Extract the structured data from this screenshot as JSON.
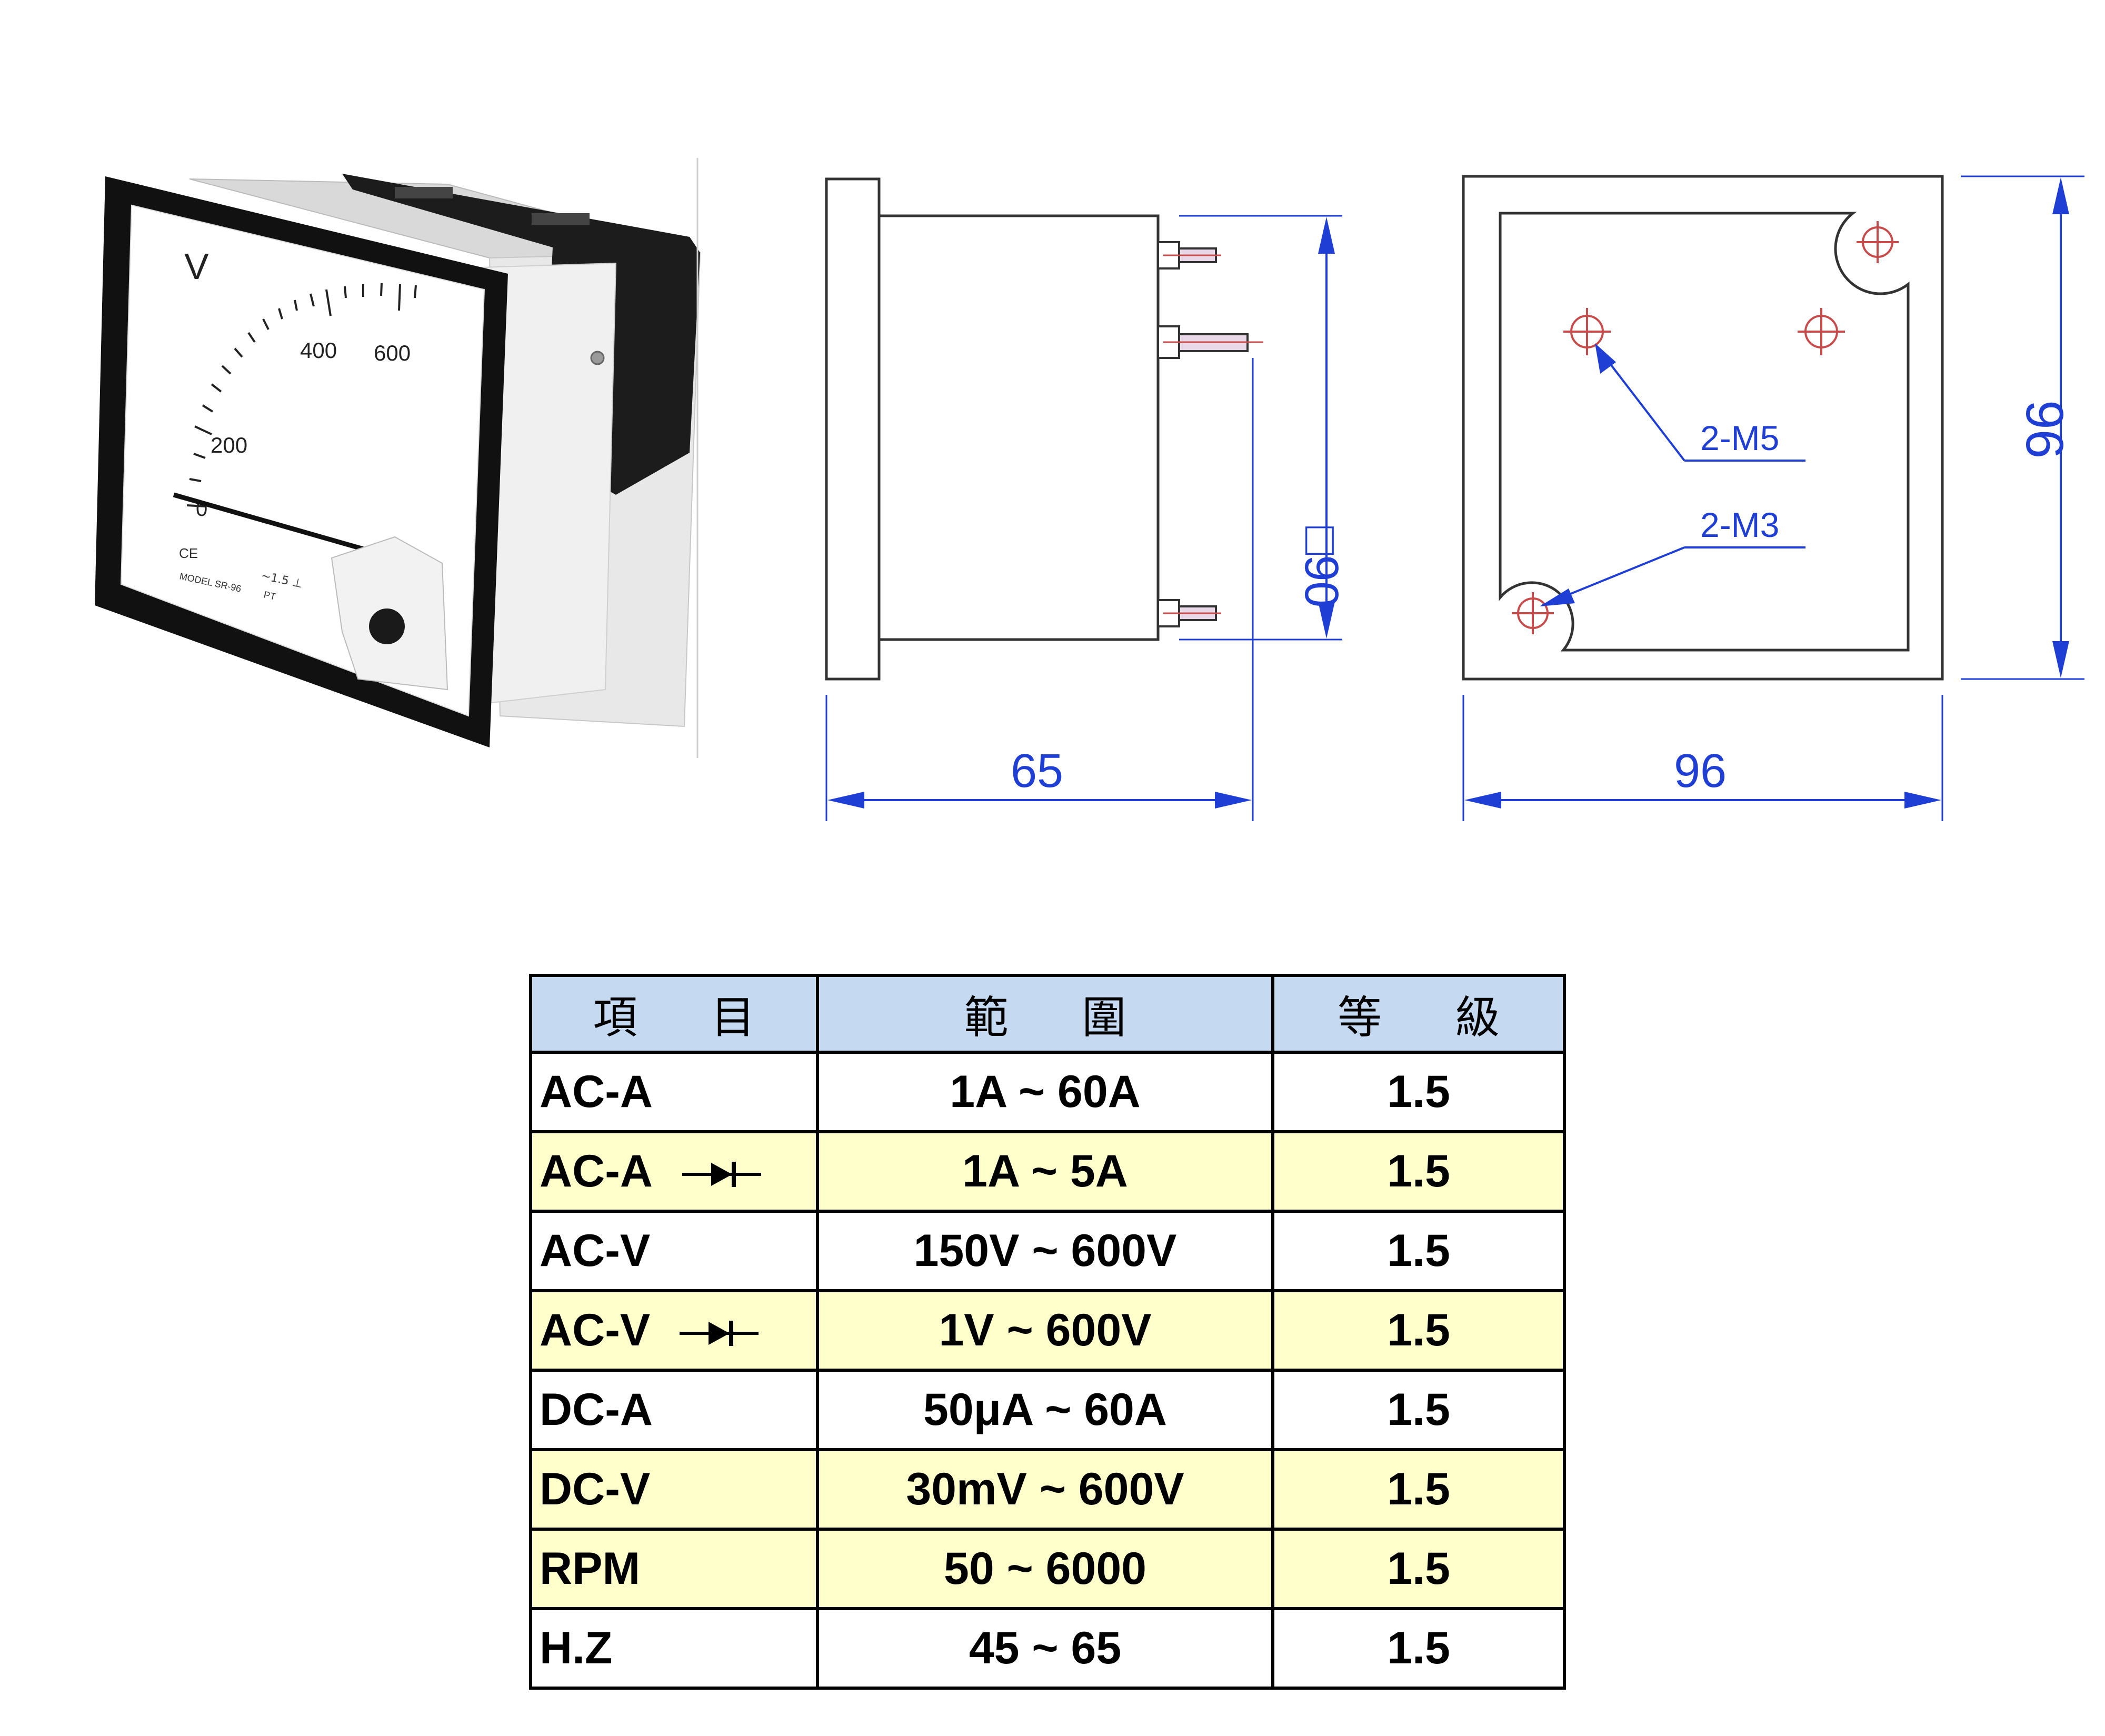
{
  "meter_face": {
    "unit": "V",
    "scale_ticks": [
      "0",
      "200",
      "400",
      "600"
    ],
    "model_text": "MODEL SR-96",
    "class_text": "~1.5 ⊥",
    "marking": "PT",
    "ce_mark": "CE"
  },
  "side_view": {
    "depth_dimension": "65",
    "square_dimension": "□90"
  },
  "front_view": {
    "width_dimension": "96",
    "height_dimension": "96",
    "screw_label_m5": "2-M5",
    "screw_label_m3": "2-M3"
  },
  "colors": {
    "dimension_blue": "#1f3fd4",
    "header_blue": "#c5d9f1",
    "row_yellow": "#ffffcc"
  },
  "table": {
    "headers": [
      "項目",
      "範圍",
      "等級"
    ],
    "rows": [
      {
        "item": "AC-A",
        "rectifier": false,
        "range": "1A ~ 60A",
        "grade": "1.5",
        "alt": false
      },
      {
        "item": "AC-A",
        "rectifier": true,
        "range": "1A ~ 5A",
        "grade": "1.5",
        "alt": true
      },
      {
        "item": "AC-V",
        "rectifier": false,
        "range": "150V ~ 600V",
        "grade": "1.5",
        "alt": false
      },
      {
        "item": "AC-V",
        "rectifier": true,
        "range": "1V ~ 600V",
        "grade": "1.5",
        "alt": true
      },
      {
        "item": "DC-A",
        "rectifier": false,
        "range": "50μA ~ 60A",
        "grade": "1.5",
        "alt": false
      },
      {
        "item": "DC-V",
        "rectifier": false,
        "range": "30mV ~ 600V",
        "grade": "1.5",
        "alt": true
      },
      {
        "item": "RPM",
        "rectifier": false,
        "range": "50 ~ 6000",
        "grade": "1.5",
        "alt": true
      },
      {
        "item": "H.Z",
        "rectifier": false,
        "range": "45 ~ 65",
        "grade": "1.5",
        "alt": false
      }
    ]
  }
}
